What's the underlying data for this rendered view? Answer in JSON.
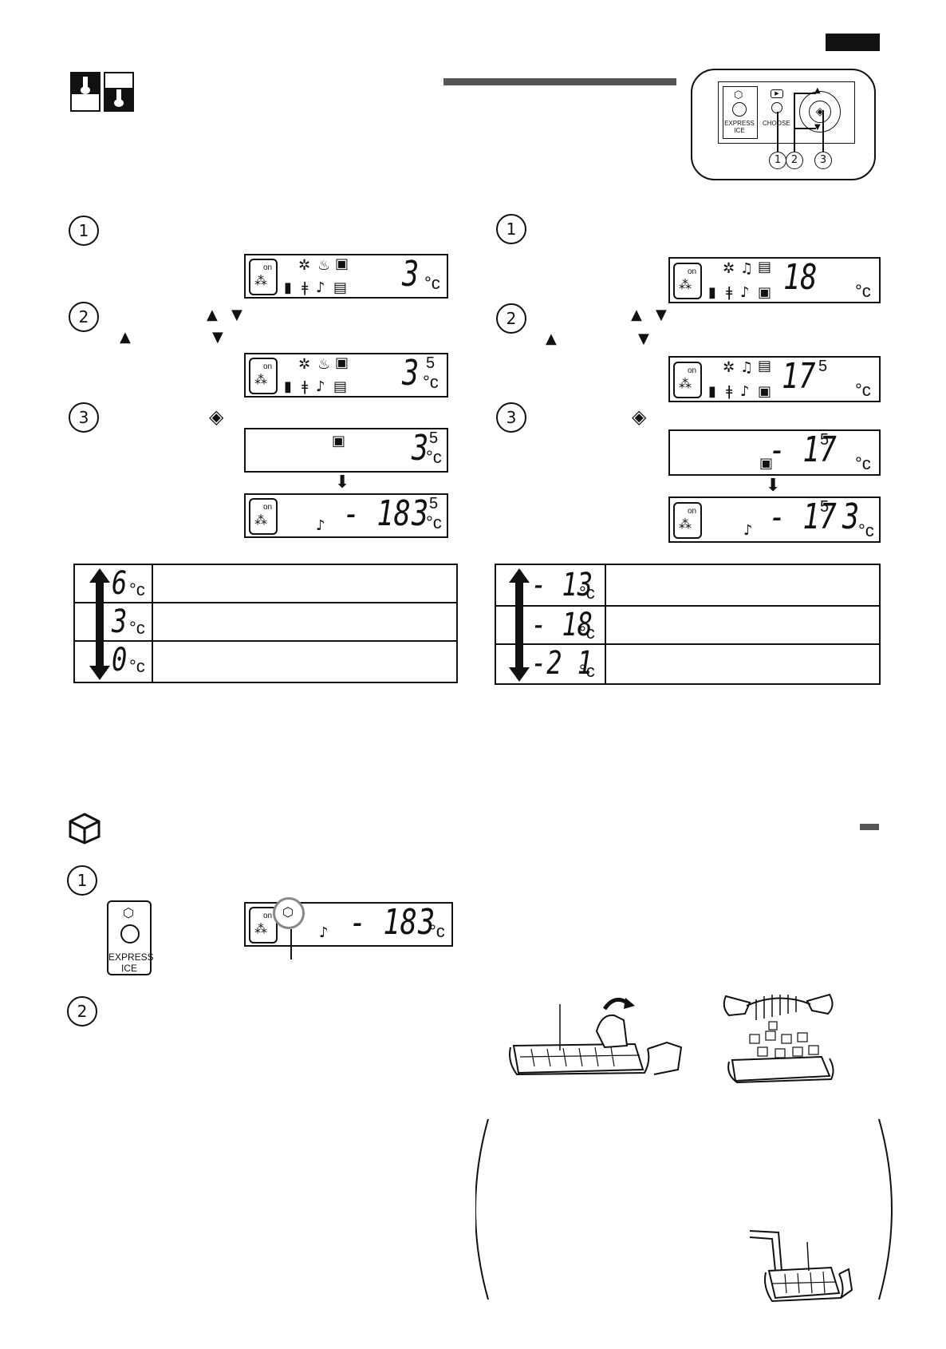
{
  "icons": {
    "fridge_temp": "fridge-thermometer-icon",
    "freezer_temp": "freezer-thermometer-icon",
    "express_ice": "ice-cube-icon"
  },
  "panel": {
    "express_label_1": "EXPRESS",
    "express_label_2": "ICE",
    "choose_label": "CHOOSE",
    "callouts": [
      "1",
      "2",
      "3"
    ]
  },
  "left_steps": {
    "step1": "1",
    "step2": "2",
    "step3": "3",
    "display1": {
      "on": "on",
      "value": "3",
      "unit": "°c"
    },
    "display2": {
      "on": "on",
      "value": "3",
      "decimal": "5",
      "unit": "°c"
    },
    "display3": {
      "value": "3",
      "decimal": "5",
      "unit": "°c"
    },
    "display4": {
      "on": "on",
      "freezer": "- 18",
      "fridge": "3",
      "decimal": "5",
      "unit": "°c"
    }
  },
  "right_steps": {
    "step1": "1",
    "step2": "2",
    "step3": "3",
    "display1": {
      "on": "on",
      "value": "18",
      "unit": "°c"
    },
    "display2": {
      "on": "on",
      "value": "17",
      "decimal": "5",
      "unit": "°c"
    },
    "display3": {
      "value": "- 17",
      "decimal": "5",
      "unit": "°c"
    },
    "display4": {
      "on": "on",
      "freezer": "- 17",
      "decimal": "5",
      "fridge": "3",
      "unit": "°c"
    }
  },
  "fridge_table": [
    {
      "value": "6",
      "unit": "°c"
    },
    {
      "value": "3",
      "unit": "°c"
    },
    {
      "value": "0",
      "unit": "°c"
    }
  ],
  "freezer_table": [
    {
      "value": "- 13",
      "unit": "°c"
    },
    {
      "value": "- 18",
      "unit": "°c"
    },
    {
      "value": "-2 1",
      "unit": "°c"
    }
  ],
  "express": {
    "step1": "1",
    "step2": "2",
    "button_label_1": "EXPRESS",
    "button_label_2": "ICE",
    "display": {
      "on": "on",
      "freezer": "- 18",
      "fridge": "3",
      "unit": "°c"
    }
  }
}
